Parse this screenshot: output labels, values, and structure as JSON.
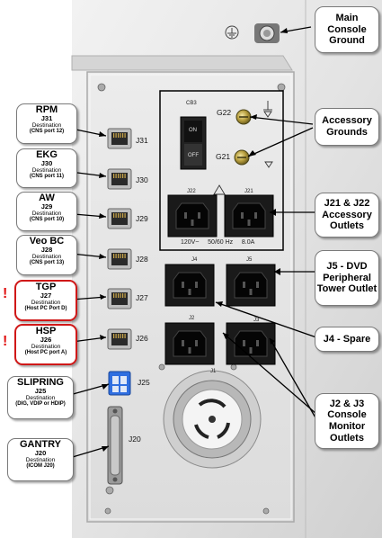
{
  "callouts_left": [
    {
      "title": "RPM",
      "jack": "J31",
      "dest": "Destination",
      "port": "(CNS port 12)",
      "warn": false
    },
    {
      "title": "EKG",
      "jack": "J30",
      "dest": "Destination",
      "port": "(CNS port 11)",
      "warn": false
    },
    {
      "title": "AW",
      "jack": "J29",
      "dest": "Destination",
      "port": "(CNS port 10)",
      "warn": false
    },
    {
      "title": "Veo BC",
      "jack": "J28",
      "dest": "Destination",
      "port": "(CNS port 13)",
      "warn": false
    },
    {
      "title": "TGP",
      "jack": "J27",
      "dest": "Destination",
      "port": "(Host PC Port D)",
      "warn": true
    },
    {
      "title": "HSP",
      "jack": "J26",
      "dest": "Destination",
      "port": "(Host PC port A)",
      "warn": true
    },
    {
      "title": "SLIPRING",
      "jack": "J25",
      "dest": "Destination",
      "port": "(DIG, VDIP or HDIP)",
      "warn": false
    },
    {
      "title": "GANTRY",
      "jack": "J20",
      "dest": "Destination",
      "port": "(ICOM J20)",
      "warn": false
    }
  ],
  "callouts_right": {
    "ground": "Main Console Ground",
    "accessory_grounds": "Accessory Grounds",
    "j21_j22": "J21 & J22 Accessory Outlets",
    "j5": "J5 - DVD Peripheral Tower Outlet",
    "j4": "J4 - Spare",
    "j2_j3": "J2 & J3 Console Monitor Outlets"
  },
  "jack_labels": [
    "J31",
    "J30",
    "J29",
    "J28",
    "J27",
    "J26",
    "J25",
    "J20"
  ],
  "panel_labels": {
    "cb": "CB3",
    "on": "ON",
    "off": "OFF",
    "g22": "G22",
    "g21": "G21",
    "j22": "J22",
    "j21": "J21",
    "j4": "J4",
    "j5": "J5",
    "j2": "J2",
    "j3": "J3",
    "j1": "J1",
    "rating": "120V~     50/60 Hz     8.0A"
  },
  "warning_mark": "!"
}
